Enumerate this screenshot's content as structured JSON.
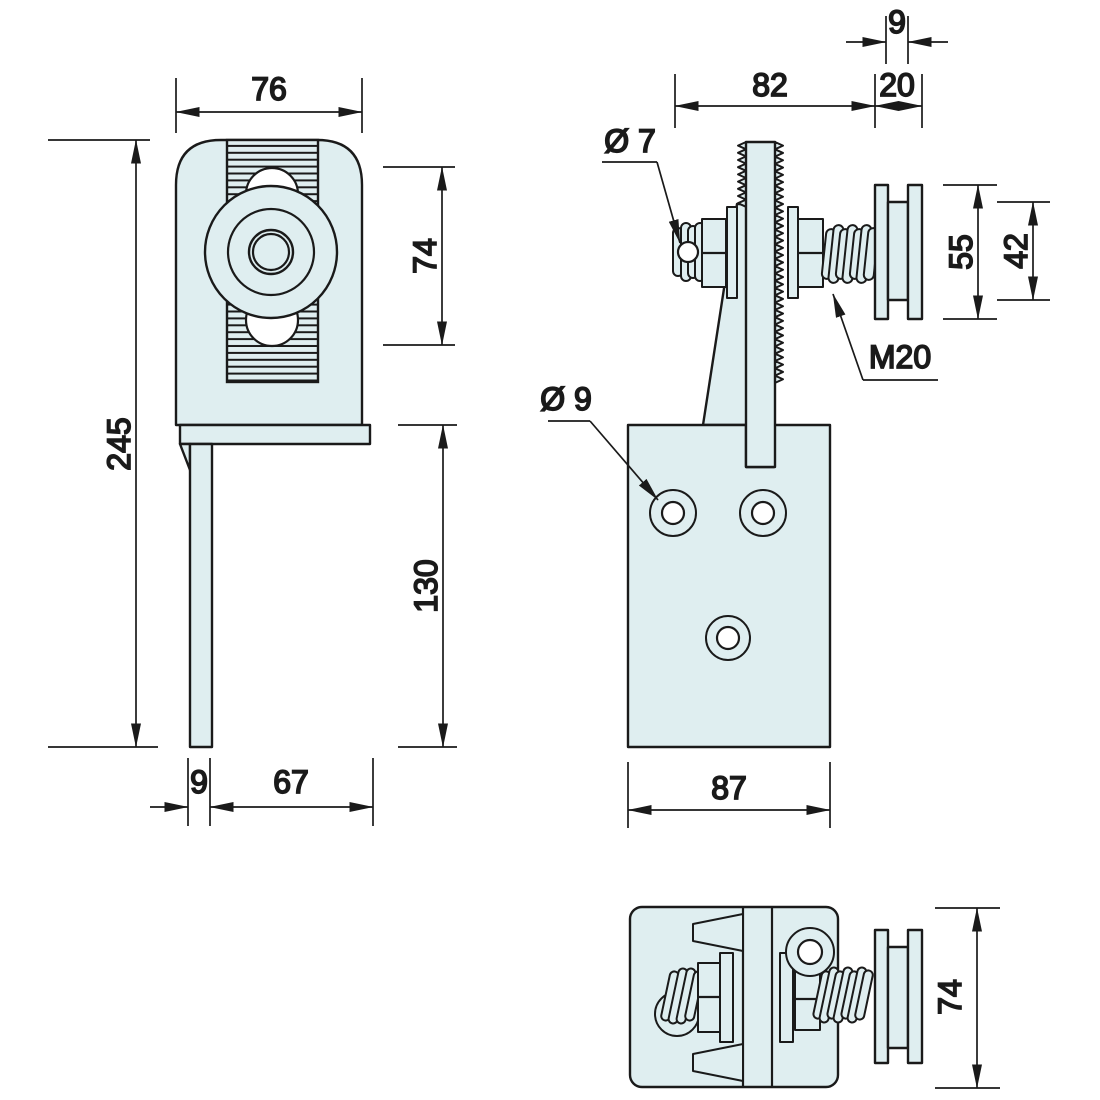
{
  "colors": {
    "part_fill": "#dfeef0",
    "line_color": "#1a1a1a",
    "background": "#ffffff"
  },
  "views": {
    "front": {
      "dims": {
        "body_width": "76",
        "roller_opening_height": "74",
        "overall_height": "245",
        "leg_length": "130",
        "leg_thickness": "9",
        "foot_width": "67"
      }
    },
    "side": {
      "dims": {
        "hub_groove_width": "9",
        "stud_to_wheel": "82",
        "wheel_width": "20",
        "pin_hole_diameter": "Ø 7",
        "wheel_diameter": "55",
        "hub_diameter": "42",
        "thread_size": "M20",
        "mounting_hole_diameter": "Ø 9",
        "plate_width": "87"
      }
    },
    "top": {
      "dims": {
        "plate_depth": "74"
      }
    }
  }
}
